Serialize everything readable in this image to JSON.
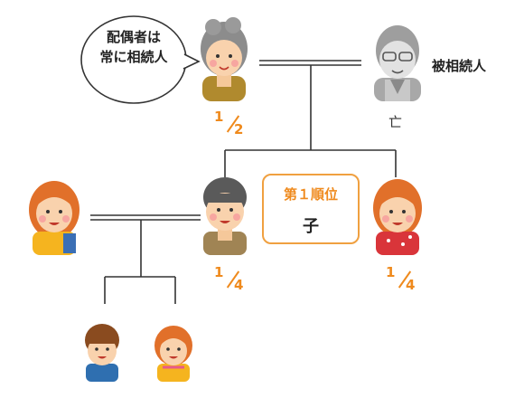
{
  "bubble": {
    "line1": "配偶者は",
    "line2": "常に相続人"
  },
  "decedent": {
    "label": "被相続人",
    "mark": "亡"
  },
  "rank_box": {
    "title": "第１順位",
    "value": "子"
  },
  "shares": {
    "spouse": {
      "numerator": "1",
      "denominator": "2"
    },
    "child_son": {
      "numerator": "1",
      "denominator": "4"
    },
    "child_daughter": {
      "numerator": "1",
      "denominator": "4"
    }
  },
  "colors": {
    "accent": "#ef8a1d",
    "line": "#333333",
    "box_border": "#f0a040"
  }
}
